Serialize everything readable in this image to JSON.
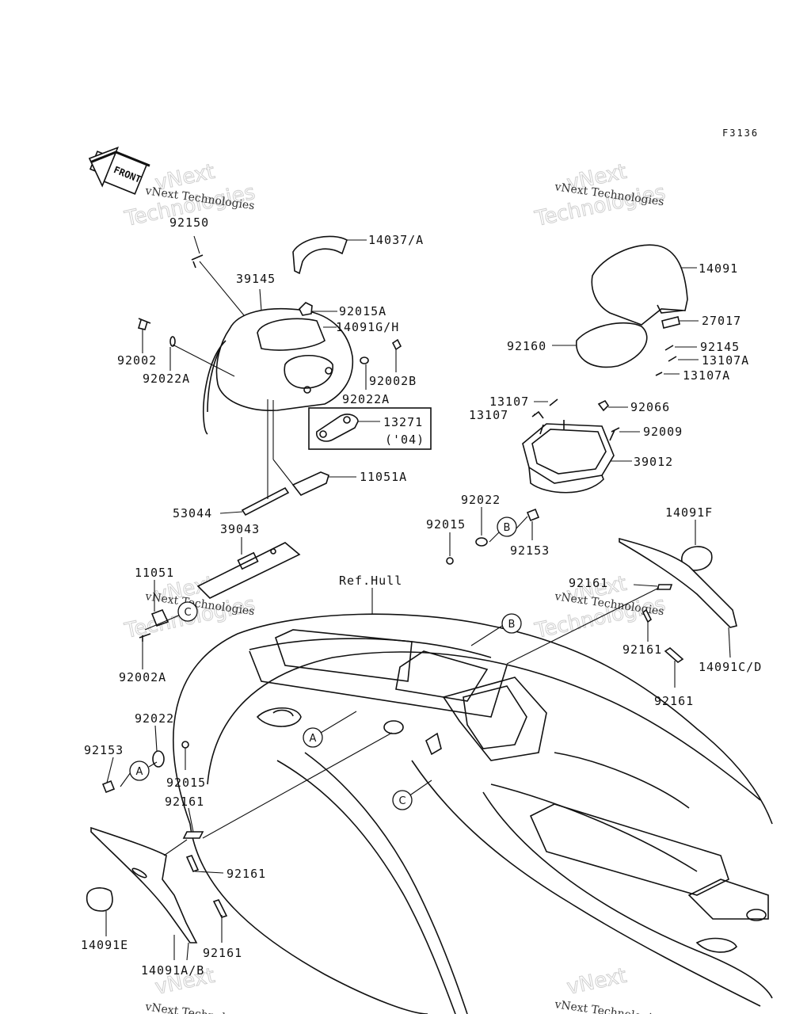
{
  "figure_code": "F3136",
  "front_arrow": "FRONT",
  "reference_label": "Ref.Hull",
  "watermark": {
    "small": "vNext Technologies",
    "big1": "vNext",
    "big2": "Technologies"
  },
  "callouts": {
    "A": "A",
    "B": "B",
    "C": "C"
  },
  "parts": {
    "p92150": "92150",
    "p14037A": "14037/A",
    "p39145": "39145",
    "p92015A": "92015A",
    "p14091GH": "14091G/H",
    "p92002": "92002",
    "p92022A_l": "92022A",
    "p92002B": "92002B",
    "p92022A_r": "92022A",
    "p13271": "13271",
    "p13271_note": "('04)",
    "p11051A": "11051A",
    "p53044": "53044",
    "p39043": "39043",
    "p11051": "11051",
    "p92002A": "92002A",
    "p92022_l": "92022",
    "p92153_l": "92153",
    "p92015_l": "92015",
    "p92161_a": "92161",
    "p92161_b": "92161",
    "p92161_c": "92161",
    "p14091E": "14091E",
    "p14091AB": "14091A/B",
    "p14091": "14091",
    "p27017": "27017",
    "p92160": "92160",
    "p92145": "92145",
    "p13107A_1": "13107A",
    "p13107A_2": "13107A",
    "p13107_1": "13107",
    "p13107_2": "13107",
    "p92066": "92066",
    "p92009": "92009",
    "p39012": "39012",
    "p92022_m": "92022",
    "p92015_m": "92015",
    "p92153_m": "92153",
    "p14091F": "14091F",
    "p92161_r1": "92161",
    "p92161_r2": "92161",
    "p92161_r3": "92161",
    "p14091CD": "14091C/D"
  }
}
